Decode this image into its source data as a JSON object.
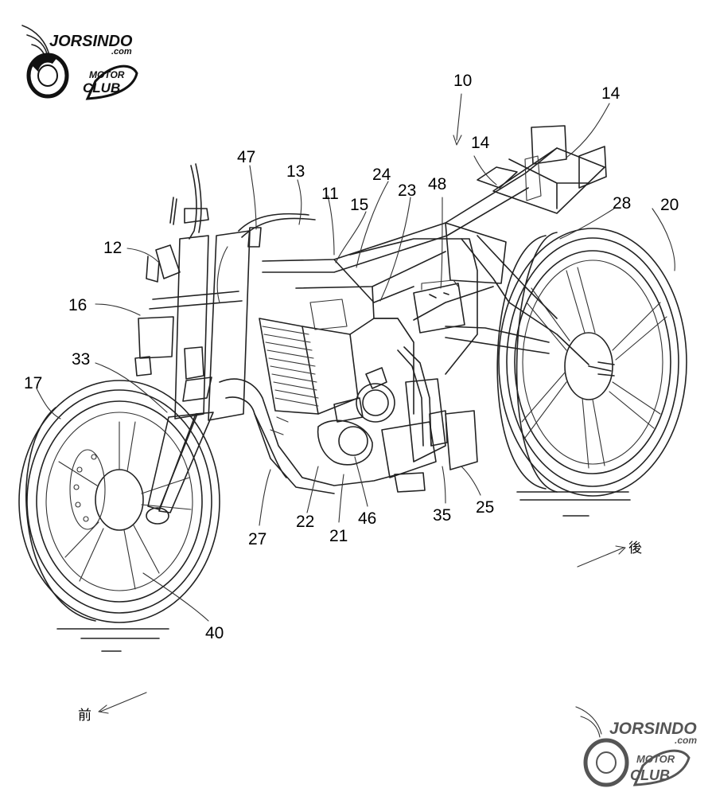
{
  "logo": {
    "top": {
      "brand": "JORSINDO",
      "domain": ".com",
      "club_line1": "MOTOR",
      "club_line2": "CLUB"
    },
    "bottom": {
      "brand": "JORSINDO",
      "domain": ".com",
      "club_line1": "MOTOR",
      "club_line2": "CLUB"
    }
  },
  "references": {
    "r10": "10",
    "r14a": "14",
    "r14b": "14",
    "r20": "20",
    "r28": "28",
    "r47": "47",
    "r13": "13",
    "r11": "11",
    "r24": "24",
    "r23": "23",
    "r48": "48",
    "r15": "15",
    "r12": "12",
    "r16": "16",
    "r33": "33",
    "r17": "17",
    "r27": "27",
    "r22": "22",
    "r21": "21",
    "r46": "46",
    "r35": "35",
    "r25": "25",
    "r40": "40"
  },
  "directions": {
    "rear": "後",
    "front": "前"
  }
}
